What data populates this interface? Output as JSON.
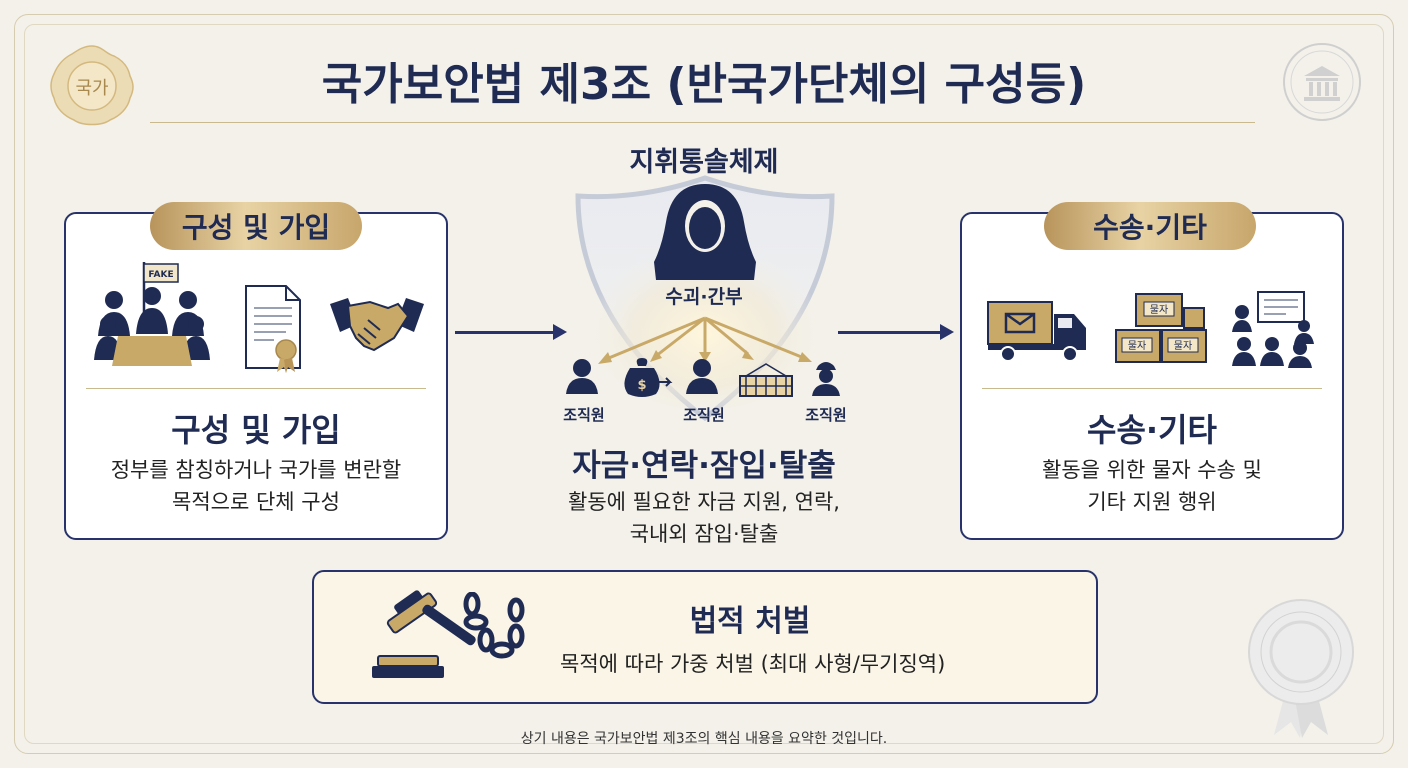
{
  "title": "국가보안법 제3조 (반국가단체의 구성등)",
  "emblem_text": "국가",
  "center": {
    "heading": "지휘통솔체제",
    "leader_label": "수괴·간부",
    "members": [
      "조직원",
      "조직원",
      "조직원"
    ],
    "section_title": "자금·연락·잠입·탈출",
    "description": [
      "활동에 필요한 자금 지원, 연락,",
      "국내외 잠입·탈출"
    ]
  },
  "left_panel": {
    "pill_label": "구성 및 가입",
    "sign_text": "FAKE",
    "heading": "구성 및 가입",
    "description": [
      "정부를 참칭하거나 국가를 변란할",
      "목적으로 단체 구성"
    ]
  },
  "right_panel": {
    "pill_label": "수송·기타",
    "box_label": "물자",
    "heading": "수송·기타",
    "description": [
      "활동을 위한 물자 수송 및",
      "기타 지원 행위"
    ]
  },
  "punishment": {
    "heading": "법적 처벌",
    "description": "목적에 따라 가중 처벌 (최대 사형/무기징역)"
  },
  "footnote": "상기 내용은 국가보안법 제3조의 핵심 내용을 요약한 것입니다.",
  "colors": {
    "navy": "#1f2b52",
    "gold": "#c7a66b",
    "background": "#f3f1ea"
  }
}
